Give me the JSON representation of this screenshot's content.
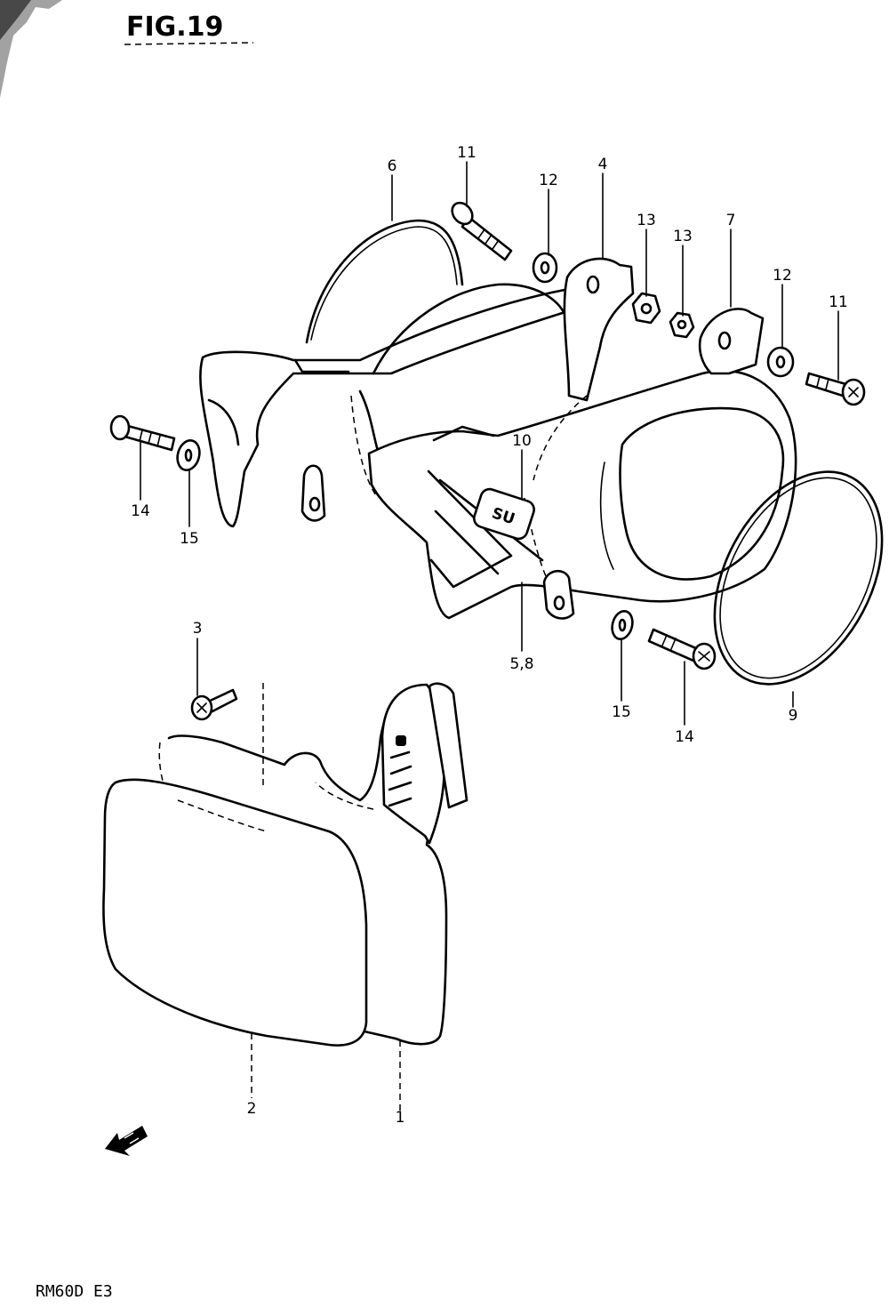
{
  "figure": {
    "title": "FIG.19",
    "model_code": "RM60D E3",
    "logo_text": "SU"
  },
  "callouts": [
    {
      "id": "c6",
      "label": "6"
    },
    {
      "id": "c11a",
      "label": "11"
    },
    {
      "id": "c12a",
      "label": "12"
    },
    {
      "id": "c4",
      "label": "4"
    },
    {
      "id": "c13a",
      "label": "13"
    },
    {
      "id": "c13b",
      "label": "13"
    },
    {
      "id": "c7",
      "label": "7"
    },
    {
      "id": "c12b",
      "label": "12"
    },
    {
      "id": "c11b",
      "label": "11"
    },
    {
      "id": "c10",
      "label": "10"
    },
    {
      "id": "c14a",
      "label": "14"
    },
    {
      "id": "c15a",
      "label": "15"
    },
    {
      "id": "c58",
      "label": "5,8"
    },
    {
      "id": "c15b",
      "label": "15"
    },
    {
      "id": "c14b",
      "label": "14"
    },
    {
      "id": "c9",
      "label": "9"
    },
    {
      "id": "c3",
      "label": "3"
    },
    {
      "id": "c2",
      "label": "2"
    },
    {
      "id": "c1",
      "label": "1"
    }
  ]
}
